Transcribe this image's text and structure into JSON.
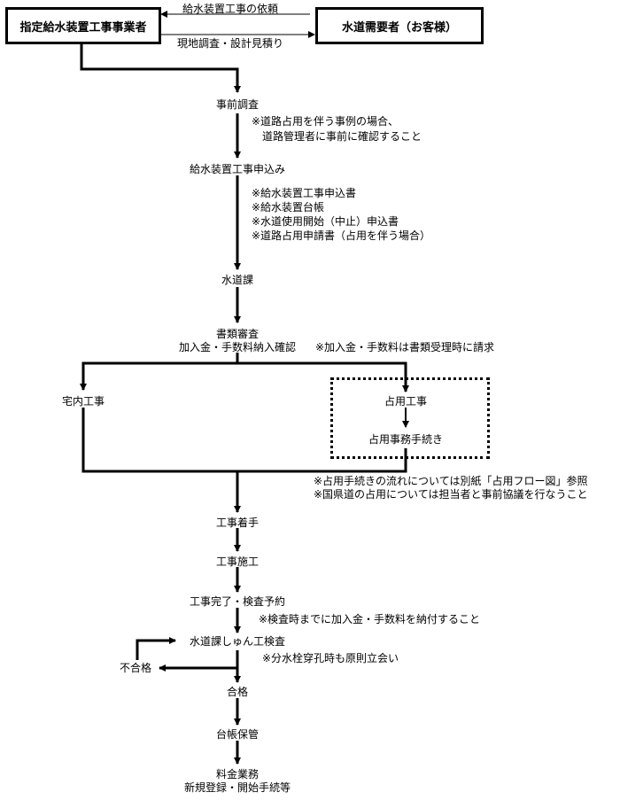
{
  "top": {
    "contractor": "指定給水装置工事事業者",
    "customer": "水道需要者（お客様）",
    "request_label": "給水装置工事の依頼",
    "survey_label": "現地調査・設計見積り"
  },
  "steps": {
    "pre_survey": "事前調査",
    "pre_survey_note1": "※道路占用を伴う事例の場合、",
    "pre_survey_note2": "道路管理者に事前に確認すること",
    "application": "給水装置工事申込み",
    "app_note1": "※給水装置工事申込書",
    "app_note2": "※給水装置台帳",
    "app_note3": "※水道使用開始（中止）申込書",
    "app_note4": "※道路占用申請書（占用を伴う場合）",
    "water_section": "水道課",
    "doc_review1": "書類審査",
    "doc_review2": "加入金・手数料納入確認",
    "doc_review_note": "※加入金・手数料は書類受理時に請求",
    "indoor_work": "宅内工事",
    "occupancy_work": "占用工事",
    "occupancy_procedure": "占用事務手続き",
    "merge_note1": "※占用手続きの流れについては別紙「占用フロー図」参照",
    "merge_note2": "※国県道の占用については担当者と事前協議を行なうこと",
    "construction_start": "工事着手",
    "construction": "工事施工",
    "completion": "工事完了・検査予約",
    "completion_note": "※検査時までに加入金・手数料を納付すること",
    "inspection": "水道課しゅん工検査",
    "inspection_note": "※分水栓穿孔時も原則立会い",
    "fail": "不合格",
    "pass": "合格",
    "ledger": "台帳保管",
    "billing1": "料金業務",
    "billing2": "新規登録・開始手続等"
  }
}
